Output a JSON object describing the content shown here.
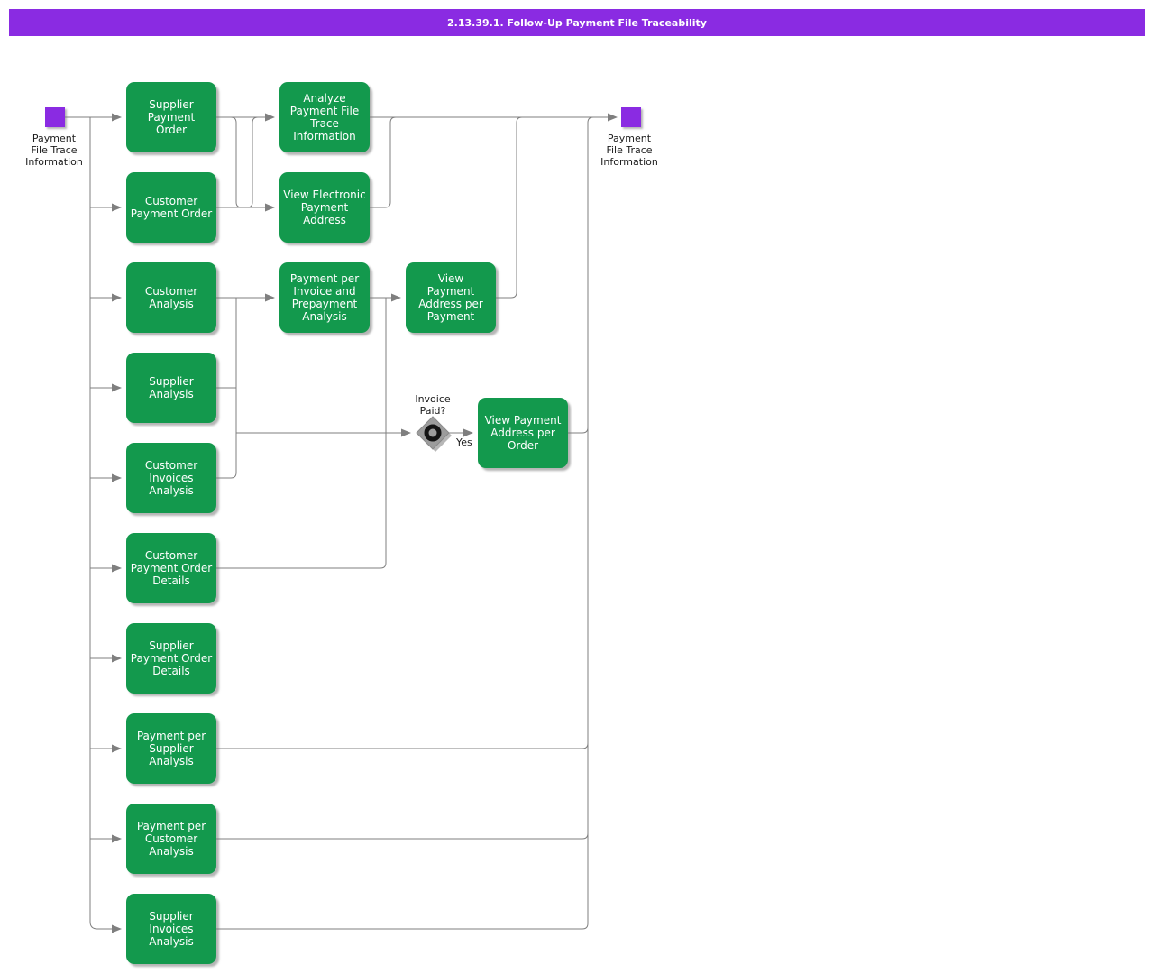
{
  "title_bar": {
    "title": "2.13.39.1. Follow-Up Payment File Traceability"
  },
  "colors": {
    "title_bar_purple": "#8A2BE2",
    "event_node_purple": "#8A2BE2",
    "activity_green": "#13994D",
    "connector_gray": "#7F7F7F",
    "gateway_gray": "#9C9C9C",
    "box_text": "#FFFFFF",
    "label_text": "#1C1C1C"
  },
  "nodes": {
    "start": {
      "label": "Payment\nFile Trace\nInformation"
    },
    "end": {
      "label": "Payment\nFile Trace\nInformation"
    }
  },
  "activities": [
    {
      "id": "supplier-payment-order",
      "label": "Supplier\nPayment\nOrder"
    },
    {
      "id": "customer-payment-order",
      "label": "Customer\nPayment Order"
    },
    {
      "id": "customer-analysis",
      "label": "Customer\nAnalysis"
    },
    {
      "id": "supplier-analysis",
      "label": "Supplier\nAnalysis"
    },
    {
      "id": "customer-invoices-analysis",
      "label": "Customer\nInvoices\nAnalysis"
    },
    {
      "id": "customer-payment-order-details",
      "label": "Customer\nPayment Order\nDetails"
    },
    {
      "id": "supplier-payment-order-details",
      "label": "Supplier\nPayment Order\nDetails"
    },
    {
      "id": "payment-per-supplier-analysis",
      "label": "Payment per\nSupplier\nAnalysis"
    },
    {
      "id": "payment-per-customer-analysis",
      "label": "Payment per\nCustomer\nAnalysis"
    },
    {
      "id": "supplier-invoices-analysis",
      "label": "Supplier\nInvoices\nAnalysis"
    },
    {
      "id": "analyze-payment-file-trace-information",
      "label": "Analyze\nPayment File\nTrace\nInformation"
    },
    {
      "id": "view-electronic-payment-address",
      "label": "View Electronic\nPayment\nAddress"
    },
    {
      "id": "payment-per-invoice-and-prepayment-analysis",
      "label": "Payment per\nInvoice and\nPrepayment\nAnalysis"
    },
    {
      "id": "view-payment-address-per-payment",
      "label": "View\nPayment\nAddress per\nPayment"
    },
    {
      "id": "view-payment-address-per-order",
      "label": "View Payment\nAddress per\nOrder"
    }
  ],
  "decision": {
    "question": "Invoice\nPaid?",
    "yes_label": "Yes"
  }
}
